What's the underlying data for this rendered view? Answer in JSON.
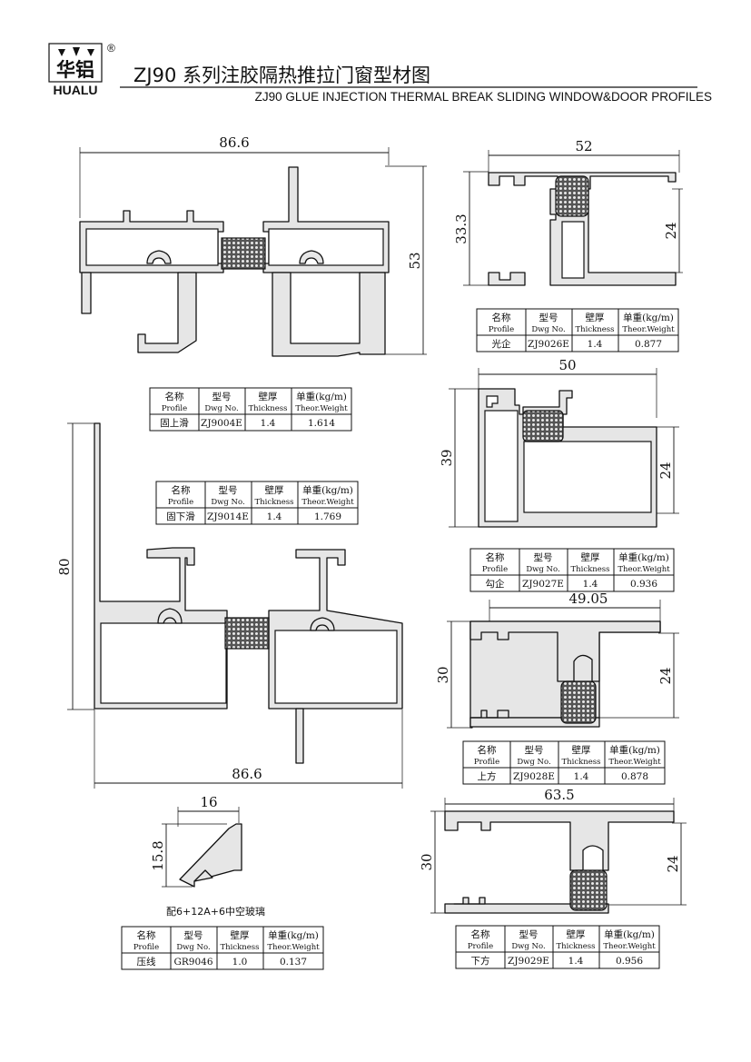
{
  "brand": {
    "name_cn": "华铝",
    "name_en": "HUALU",
    "registered": "®"
  },
  "title": {
    "main": "ZJ90 系列注胶隔热推拉门窗型材图",
    "sub": "ZJ90 GLUE INJECTION THERMAL BREAK SLIDING WINDOW&DOOR PROFILES"
  },
  "table_headers": {
    "name_cn": "名称",
    "name_en": "Profile",
    "dwg_cn": "型号",
    "dwg_en": "Dwg No.",
    "thk_cn": "壁厚",
    "thk_en": "Thickness",
    "wt_cn": "单重(kg/m)",
    "wt_en": "Theor.Weight"
  },
  "profiles": [
    {
      "name": "固上滑",
      "dwg": "ZJ9004E",
      "thickness": "1.4",
      "weight": "1.614",
      "width_dim": "86.6",
      "height_dim": "53"
    },
    {
      "name": "固下滑",
      "dwg": "ZJ9014E",
      "thickness": "1.4",
      "weight": "1.769",
      "width_dim": "86.6",
      "height_dim": "80"
    },
    {
      "name": "压线",
      "dwg": "GR9046",
      "thickness": "1.0",
      "weight": "0.137",
      "width_dim": "16",
      "height_dim": "15.8",
      "note": "配6+12A+6中空玻璃"
    },
    {
      "name": "光企",
      "dwg": "ZJ9026E",
      "thickness": "1.4",
      "weight": "0.877",
      "width_dim": "52",
      "height_dim": "33.3",
      "inner_dim": "24"
    },
    {
      "name": "勾企",
      "dwg": "ZJ9027E",
      "thickness": "1.4",
      "weight": "0.936",
      "width_dim": "50",
      "height_dim": "39",
      "inner_dim": "24"
    },
    {
      "name": "上方",
      "dwg": "ZJ9028E",
      "thickness": "1.4",
      "weight": "0.878",
      "width_dim": "49.05",
      "height_dim": "30",
      "inner_dim": "24"
    },
    {
      "name": "下方",
      "dwg": "ZJ9029E",
      "thickness": "1.4",
      "weight": "0.956",
      "width_dim": "63.5",
      "height_dim": "30",
      "inner_dim": "24"
    }
  ],
  "colors": {
    "profile_fill": "#e6e6e6",
    "line": "#111111",
    "background": "#ffffff"
  }
}
